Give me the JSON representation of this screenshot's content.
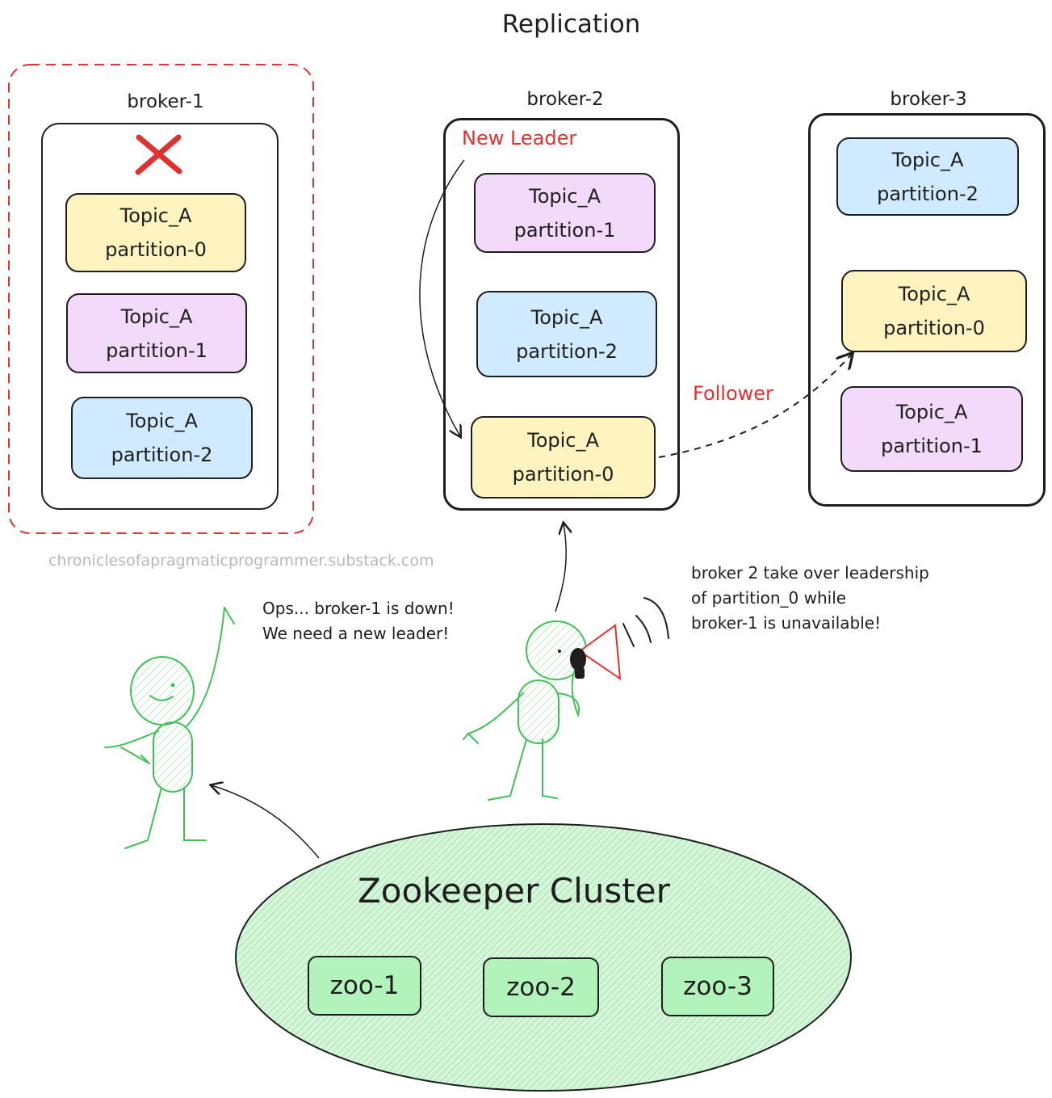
{
  "title": "Replication",
  "brokers": [
    {
      "label": "broker-1",
      "status": "down",
      "partitions": [
        {
          "topic": "Topic_A",
          "partition": "partition-0",
          "color": "#fff3bf"
        },
        {
          "topic": "Topic_A",
          "partition": "partition-1",
          "color": "#f3d9fa"
        },
        {
          "topic": "Topic_A",
          "partition": "partition-2",
          "color": "#d0ebff"
        }
      ]
    },
    {
      "label": "broker-2",
      "leader_tag": "New Leader",
      "partitions": [
        {
          "topic": "Topic_A",
          "partition": "partition-1",
          "color": "#f3d9fa"
        },
        {
          "topic": "Topic_A",
          "partition": "partition-2",
          "color": "#d0ebff"
        },
        {
          "topic": "Topic_A",
          "partition": "partition-0",
          "color": "#fff3bf"
        }
      ]
    },
    {
      "label": "broker-3",
      "partitions": [
        {
          "topic": "Topic_A",
          "partition": "partition-2",
          "color": "#d0ebff"
        },
        {
          "topic": "Topic_A",
          "partition": "partition-0",
          "color": "#fff3bf"
        },
        {
          "topic": "Topic_A",
          "partition": "partition-1",
          "color": "#f3d9fa"
        }
      ]
    }
  ],
  "follower_label": "Follower",
  "watermark": "chroniclesofapragmaticprogrammer.substack.com",
  "ops_note": "Ops... broker-1 is down!\nWe need a new leader!",
  "leader_note": "broker 2 take over leadership\nof partition_0 while\nbroker-1 is unavailable!",
  "zookeeper": {
    "title": "Zookeeper Cluster",
    "nodes": [
      "zoo-1",
      "zoo-2",
      "zoo-3"
    ],
    "color": "#b2f2bb"
  },
  "colors": {
    "stroke": "#1e1e1e",
    "alert": "#e03131",
    "figure": "#40c057"
  }
}
